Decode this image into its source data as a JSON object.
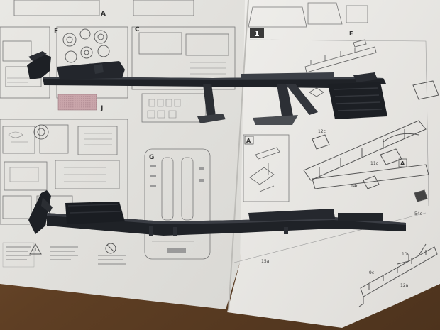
{
  "sheet": {
    "section_letters": [
      "A",
      "F",
      "C",
      "J",
      "G",
      "E"
    ],
    "step_number": "1",
    "detail_box_letter": "A",
    "inner_badge_letter": "A",
    "part_callouts": [
      "12c",
      "11c",
      "14c",
      "54c",
      "15a",
      "10c",
      "9c",
      "12a"
    ],
    "warning_icon": "warning-icon",
    "caution_icon": "no-children-icon"
  },
  "colors": {
    "table_wood": "#6b4a2e",
    "paper": "#ecebe8",
    "plastic_parts": "#1f2227"
  }
}
